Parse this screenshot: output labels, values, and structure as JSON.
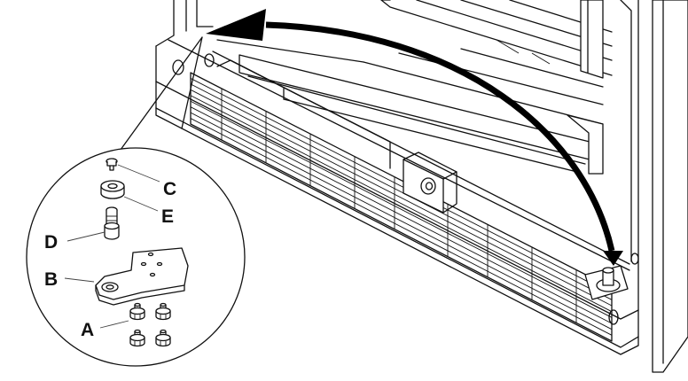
{
  "diagram": {
    "labels": {
      "c": "C",
      "e": "E",
      "d": "D",
      "b": "B",
      "a": "A"
    },
    "colors": {
      "line": "#111111",
      "background": "#ffffff",
      "arrow": "#000000"
    },
    "icons": {
      "arrow": "curved-arrow-icon"
    }
  }
}
